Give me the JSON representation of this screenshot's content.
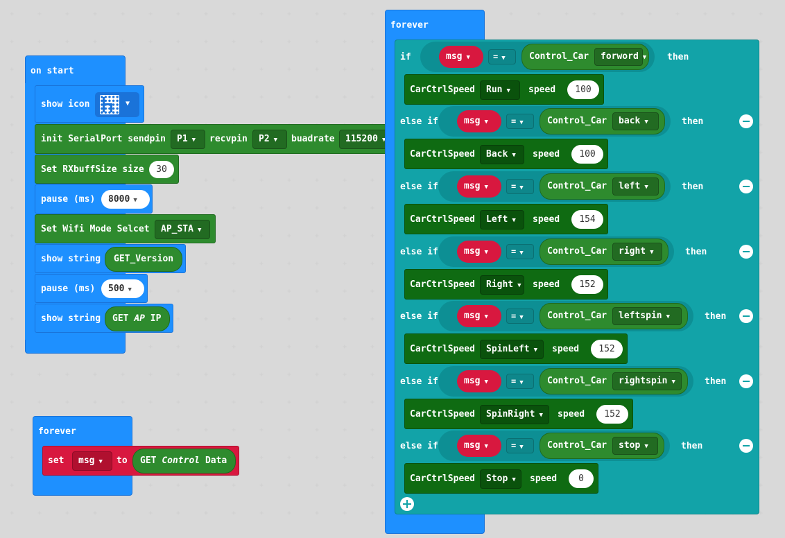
{
  "on_start": {
    "label": "on start",
    "show_icon": "show icon",
    "serial": {
      "label": "init SerialPort sendpin",
      "sendpin": "P1",
      "recvpin_label": "recvpin",
      "recvpin": "P2",
      "baud_label": "buadrate",
      "baud": "115200"
    },
    "rxbuff": {
      "label": "Set RXbuffSize size",
      "value": "30"
    },
    "pause1": {
      "label": "pause (ms)",
      "value": "8000"
    },
    "wifi": {
      "label": "Set Wifi Mode Selcet",
      "value": "AP_STA"
    },
    "show_string1": {
      "label": "show string",
      "value": "GET_Version"
    },
    "pause2": {
      "label": "pause (ms)",
      "value": "500"
    },
    "show_string2": {
      "label": "show string",
      "value_prefix": "GET",
      "value_italic": "AP",
      "value_suffix": "IP"
    }
  },
  "forever_small": {
    "label": "forever",
    "set_label": "set",
    "var": "msg",
    "to_label": "to",
    "get_prefix": "GET",
    "get_italic": "Control",
    "get_suffix": "Data"
  },
  "forever_big": {
    "label": "forever",
    "rows": [
      {
        "kw": "if",
        "var": "msg",
        "op": "=",
        "enum": "Control_Car",
        "dir": "forword",
        "then": "then",
        "cmd": "CarCtrlSpeed",
        "mode": "Run",
        "speed_label": "speed",
        "speed": "100"
      },
      {
        "kw": "else if",
        "var": "msg",
        "op": "=",
        "enum": "Control_Car",
        "dir": "back",
        "then": "then",
        "cmd": "CarCtrlSpeed",
        "mode": "Back",
        "speed_label": "speed",
        "speed": "100"
      },
      {
        "kw": "else if",
        "var": "msg",
        "op": "=",
        "enum": "Control_Car",
        "dir": "left",
        "then": "then",
        "cmd": "CarCtrlSpeed",
        "mode": "Left",
        "speed_label": "speed",
        "speed": "154"
      },
      {
        "kw": "else if",
        "var": "msg",
        "op": "=",
        "enum": "Control_Car",
        "dir": "right",
        "then": "then",
        "cmd": "CarCtrlSpeed",
        "mode": "Right",
        "speed_label": "speed",
        "speed": "152"
      },
      {
        "kw": "else if",
        "var": "msg",
        "op": "=",
        "enum": "Control_Car",
        "dir": "leftspin",
        "then": "then",
        "cmd": "CarCtrlSpeed",
        "mode": "SpinLeft",
        "speed_label": "speed",
        "speed": "152"
      },
      {
        "kw": "else if",
        "var": "msg",
        "op": "=",
        "enum": "Control_Car",
        "dir": "rightspin",
        "then": "then",
        "cmd": "CarCtrlSpeed",
        "mode": "SpinRight",
        "speed_label": "speed",
        "speed": "152"
      },
      {
        "kw": "else if",
        "var": "msg",
        "op": "=",
        "enum": "Control_Car",
        "dir": "stop",
        "then": "then",
        "cmd": "CarCtrlSpeed",
        "mode": "Stop",
        "speed_label": "speed",
        "speed": "0"
      }
    ]
  }
}
